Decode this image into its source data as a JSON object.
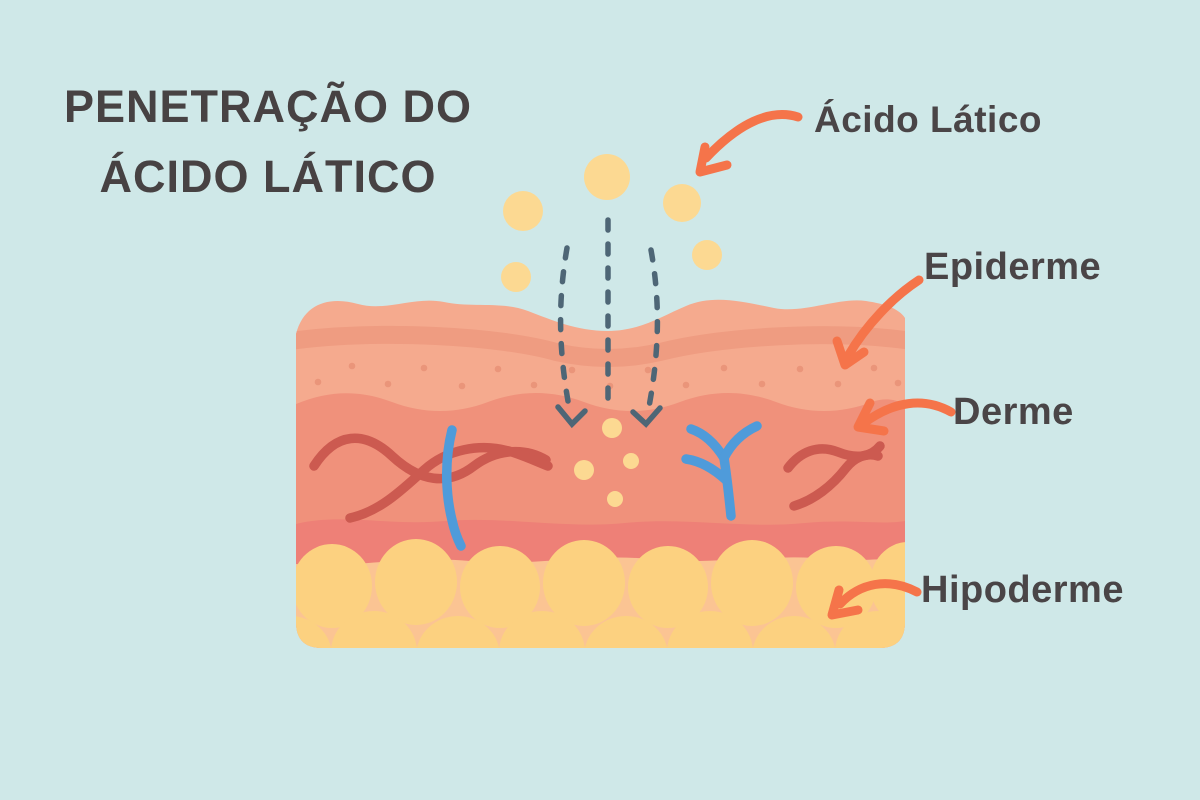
{
  "title": {
    "line1": "PENETRAÇÃO DO",
    "line2": "ÁCIDO LÁTICO"
  },
  "labels": {
    "acid": "Ácido Lático",
    "epidermis": "Epiderme",
    "dermis": "Derme",
    "hypodermis": "Hipoderme"
  },
  "colors": {
    "background": "#cfe8e8",
    "title_text": "#474243",
    "label_text": "#4a4547",
    "annotation_arrow": "#f5744a",
    "acid_droplet": "#fcd992",
    "epidermis": "#f5aa8e",
    "epidermis_stripe": "#ef9c81",
    "epidermis_speckle": "#ea957a",
    "dermis": "#f0917b",
    "dermis_band": "#ee8077",
    "hypodermis": "#fbc493",
    "fat_cell": "#fcd180",
    "vessel_red": "#cc5a50",
    "vessel_blue": "#4f9bda",
    "penetration_dash": "#4e6676"
  }
}
